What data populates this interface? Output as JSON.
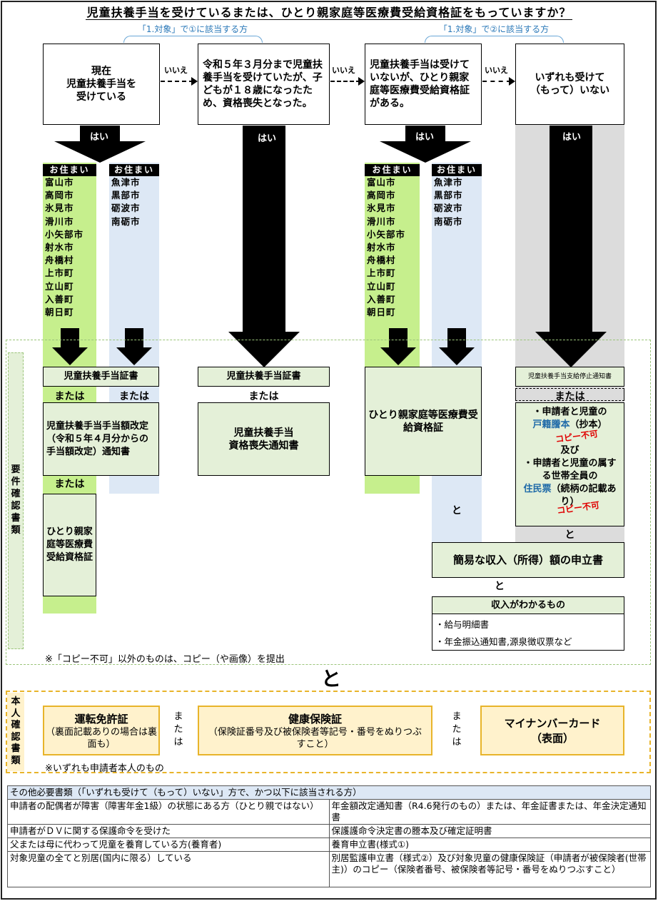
{
  "title": "児童扶養手当を受けているまたは、ひとり親家庭等医療費受給資格証をもっていますか？",
  "target_tags": [
    "「1.対象」で①に該当する方",
    "「1.対象」で②に該当する方"
  ],
  "top_boxes": [
    "現在\n児童扶養手当を\n受けている",
    "令和５年３月分まで児童扶養手当を受けていたが、子どもが１８歳になったため、資格喪失となった。",
    "児童扶養手当は受けていないが、ひとり親家庭等医療費受給資格証がある。",
    "いずれも受けて\n（もって）いない"
  ],
  "no_label": "いいえ",
  "yes_label": "はい",
  "residence_header": "お住まい",
  "cities_a": [
    "富山市",
    "高岡市",
    "氷見市",
    "滑川市",
    "小矢部市",
    "射水市",
    "舟橋村",
    "上市町",
    "立山町",
    "入善町",
    "朝日町"
  ],
  "cities_b": [
    "魚津市",
    "黒部市",
    "砺波市",
    "南砺市"
  ],
  "or_label": "または",
  "and_label": "と",
  "section_label": "要件確認書類",
  "docs": {
    "cert": "児童扶養手当証書",
    "revision": "児童扶養手当手当額改定（令和５年４月分からの手当額改定）通知書",
    "medical_small": "ひとり親家庭等医療費受給資格証",
    "loss": "児童扶養手当\n資格喪失通知書",
    "medical": "ひとり親家庭等医療費受給資格証",
    "stop": "児童扶養手当支給停止通知書",
    "family_1": "・申請者と児童の",
    "family_2": "戸籍謄本",
    "family_3": "（抄本）",
    "and_also": "及び",
    "resident_1": "・申請者と児童の属する世帯全員の",
    "resident_2": "住民票",
    "resident_3": "（続柄の記載あり）",
    "no_copy": "コピー不可",
    "income_decl": "簡易な収入（所得）額の申立書",
    "income_title": "収入がわかるもの",
    "income_items": [
      "・給与明細書",
      "・年金振込通知書,源泉徴収票など"
    ]
  },
  "copy_note": "※「コピー不可」以外のものは、コピー（や画像）を提出",
  "big_and": "と",
  "id_section_label": "本人確認書類",
  "id_docs": [
    {
      "title": "運転免許証",
      "sub": "（裏面記載ありの場合は裏面も）"
    },
    {
      "title": "健康保険証",
      "sub": "（保険証番号及び被保険者等記号・番号をぬりつぶすこと）"
    },
    {
      "title": "マイナンバーカード",
      "sub": "（表面）"
    }
  ],
  "or_vertical": "または",
  "id_note": "※いずれも申請者本人のもの",
  "other_table": {
    "header": "その他必要書類（「いずれも受けて（もって）いない」方で、かつ以下に該当される方）",
    "rows": [
      [
        "申請者の配偶者が障害（障害年金1級）の状態にある方（ひとり親ではない）",
        "年金額改定通知書（R4.6発行のもの）または、年金証書または、年金決定通知書"
      ],
      [
        "申請者がＤＶに関する保護命令を受けた",
        "保護護命令決定書の謄本及び確定証明書"
      ],
      [
        "父または母に代わって児童を養育している方(養育者)",
        "養育申立書(様式①)"
      ],
      [
        "対象児童の全てと別居(国内に限る）している",
        "別居監護申立書（様式②）及び対象児童の健康保険証（申請者が被保険者(世帯主)）のコピー（保険者番号、被保険者等記号・番号をぬりつぶすこと）"
      ]
    ]
  }
}
